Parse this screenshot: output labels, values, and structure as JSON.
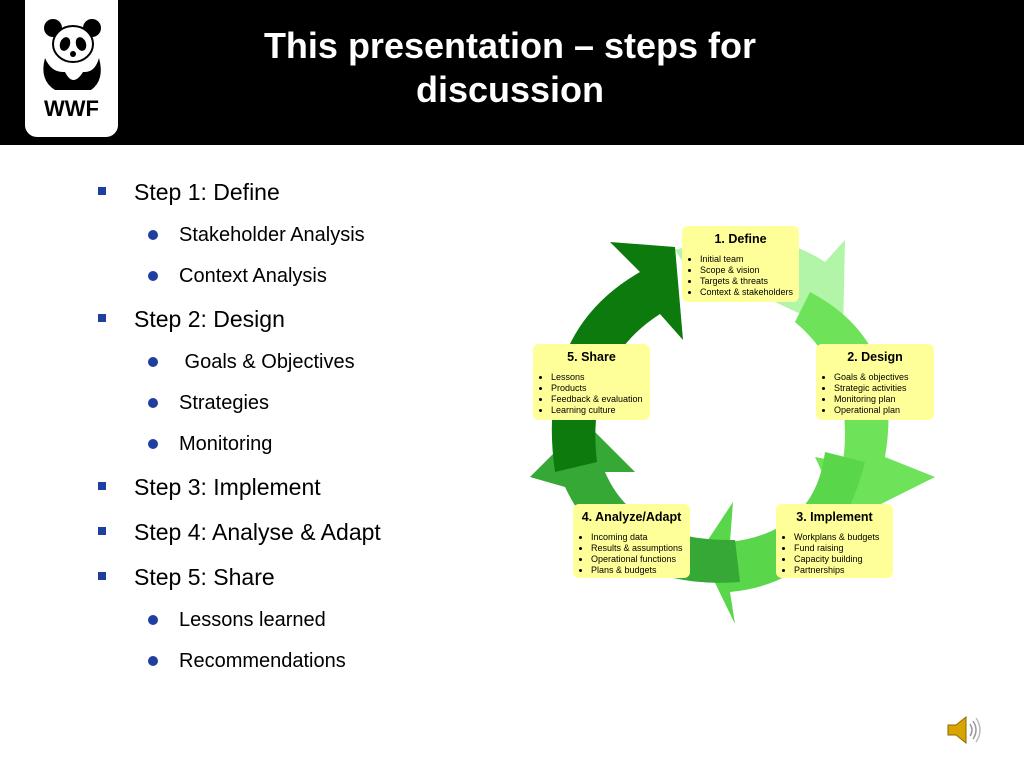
{
  "header": {
    "title": "This presentation – steps for discussion",
    "logo_text": "WWF",
    "logo_icon": "panda-logo-icon"
  },
  "bullets": [
    {
      "label": "Step 1: Define",
      "sub": [
        "Stakeholder Analysis",
        "Context Analysis"
      ]
    },
    {
      "label": "Step 2: Design",
      "sub": [
        " Goals & Objectives",
        "Strategies",
        "Monitoring"
      ]
    },
    {
      "label": "Step 3: Implement",
      "sub": []
    },
    {
      "label": "Step 4: Analyse & Adapt",
      "sub": []
    },
    {
      "label": "Step 5: Share",
      "sub": [
        "Lessons learned",
        "Recommendations"
      ]
    }
  ],
  "cycle": {
    "steps": [
      {
        "title": "1. Define",
        "items": [
          "Initial team",
          "Scope & vision",
          "Targets & threats",
          "Context & stakeholders"
        ]
      },
      {
        "title": "2. Design",
        "items": [
          "Goals & objectives",
          "Strategic activities",
          "Monitoring plan",
          "Operational plan"
        ]
      },
      {
        "title": "3. Implement",
        "items": [
          "Workplans & budgets",
          "Fund raising",
          "Capacity building",
          "Partnerships"
        ]
      },
      {
        "title": "4. Analyze/Adapt",
        "items": [
          "Incoming data",
          "Results & assumptions",
          "Operational functions",
          "Plans & budgets"
        ]
      },
      {
        "title": "5. Share",
        "items": [
          "Lessons",
          "Products",
          "Feedback & evaluation",
          "Learning culture"
        ]
      }
    ],
    "colors": {
      "box": "#ffff99",
      "arrow_light": "#b3f5a8",
      "arrow_mid": "#6ee35a",
      "arrow_dark": "#0c7a0c"
    }
  },
  "footer": {
    "speaker_icon": "speaker-icon"
  }
}
